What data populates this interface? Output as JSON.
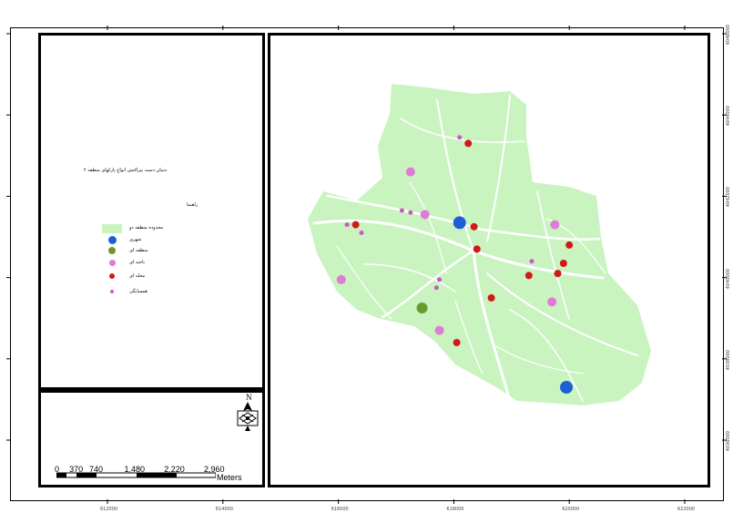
{
  "map": {
    "legend_title": "دسان دست پیراکنش انواع پارکهای منطقه ۲",
    "legend_subtitle": "راهنما",
    "legend_items": [
      {
        "label": "محدوده منطقه دو",
        "kind": "area",
        "color": "#c9f4c0"
      },
      {
        "label": "شهری",
        "kind": "blob",
        "color": "#1f5fd6"
      },
      {
        "label": "منطقه ای",
        "kind": "blob",
        "color": "#6a9a2c"
      },
      {
        "label": "ناحیه ای",
        "kind": "blob",
        "color": "#e07ad8"
      },
      {
        "label": "محله ای",
        "kind": "blob",
        "color": "#d01a1a"
      },
      {
        "label": "همسایگی",
        "kind": "blob",
        "color": "#c65ac8"
      }
    ],
    "scale": {
      "labels": [
        "0",
        "370",
        "740",
        "1,480",
        "2,220",
        "2,960"
      ],
      "units": "Meters"
    },
    "north_label": "N",
    "x_ticks": [
      "612000",
      "614000",
      "616000",
      "618000",
      "620000",
      "622000"
    ],
    "y_ticks": [
      "4046000",
      "4044000",
      "4042000",
      "4040000",
      "4038000",
      "4036000"
    ],
    "colors": {
      "region_fill": "#c9f4c0",
      "street": "#ffffff"
    },
    "parks": [
      {
        "type": "شهری",
        "x": 618100,
        "y": 4041350
      },
      {
        "type": "شهری",
        "x": 619950,
        "y": 4037300
      },
      {
        "type": "منطقه ای",
        "x": 617450,
        "y": 4039250
      },
      {
        "type": "ناحیه ای",
        "x": 617250,
        "y": 4042600
      },
      {
        "type": "ناحیه ای",
        "x": 617500,
        "y": 4041550
      },
      {
        "type": "ناحیه ای",
        "x": 619750,
        "y": 4041300
      },
      {
        "type": "ناحیه ای",
        "x": 616050,
        "y": 4039950
      },
      {
        "type": "ناحیه ای",
        "x": 619700,
        "y": 4039400
      },
      {
        "type": "ناحیه ای",
        "x": 617750,
        "y": 4038700
      },
      {
        "type": "محله ای",
        "x": 618250,
        "y": 4043300
      },
      {
        "type": "محله ای",
        "x": 618350,
        "y": 4041250
      },
      {
        "type": "محله ای",
        "x": 616300,
        "y": 4041300
      },
      {
        "type": "محله ای",
        "x": 618400,
        "y": 4040700
      },
      {
        "type": "محله ای",
        "x": 620000,
        "y": 4040800
      },
      {
        "type": "محله ای",
        "x": 619900,
        "y": 4040350
      },
      {
        "type": "محله ای",
        "x": 619300,
        "y": 4040050
      },
      {
        "type": "محله ای",
        "x": 619800,
        "y": 4040100
      },
      {
        "type": "محله ای",
        "x": 618650,
        "y": 4039500
      },
      {
        "type": "محله ای",
        "x": 618050,
        "y": 4038400
      },
      {
        "type": "همسایگی",
        "x": 618100,
        "y": 4043450
      },
      {
        "type": "همسایگی",
        "x": 617100,
        "y": 4041650
      },
      {
        "type": "همسایگی",
        "x": 617250,
        "y": 4041600
      },
      {
        "type": "همسایگی",
        "x": 616400,
        "y": 4041100
      },
      {
        "type": "همسایگی",
        "x": 616150,
        "y": 4041300
      },
      {
        "type": "همسایگی",
        "x": 619350,
        "y": 4040400
      },
      {
        "type": "همسایگی",
        "x": 617750,
        "y": 4039950
      },
      {
        "type": "همسایگی",
        "x": 617700,
        "y": 4039750
      }
    ]
  }
}
